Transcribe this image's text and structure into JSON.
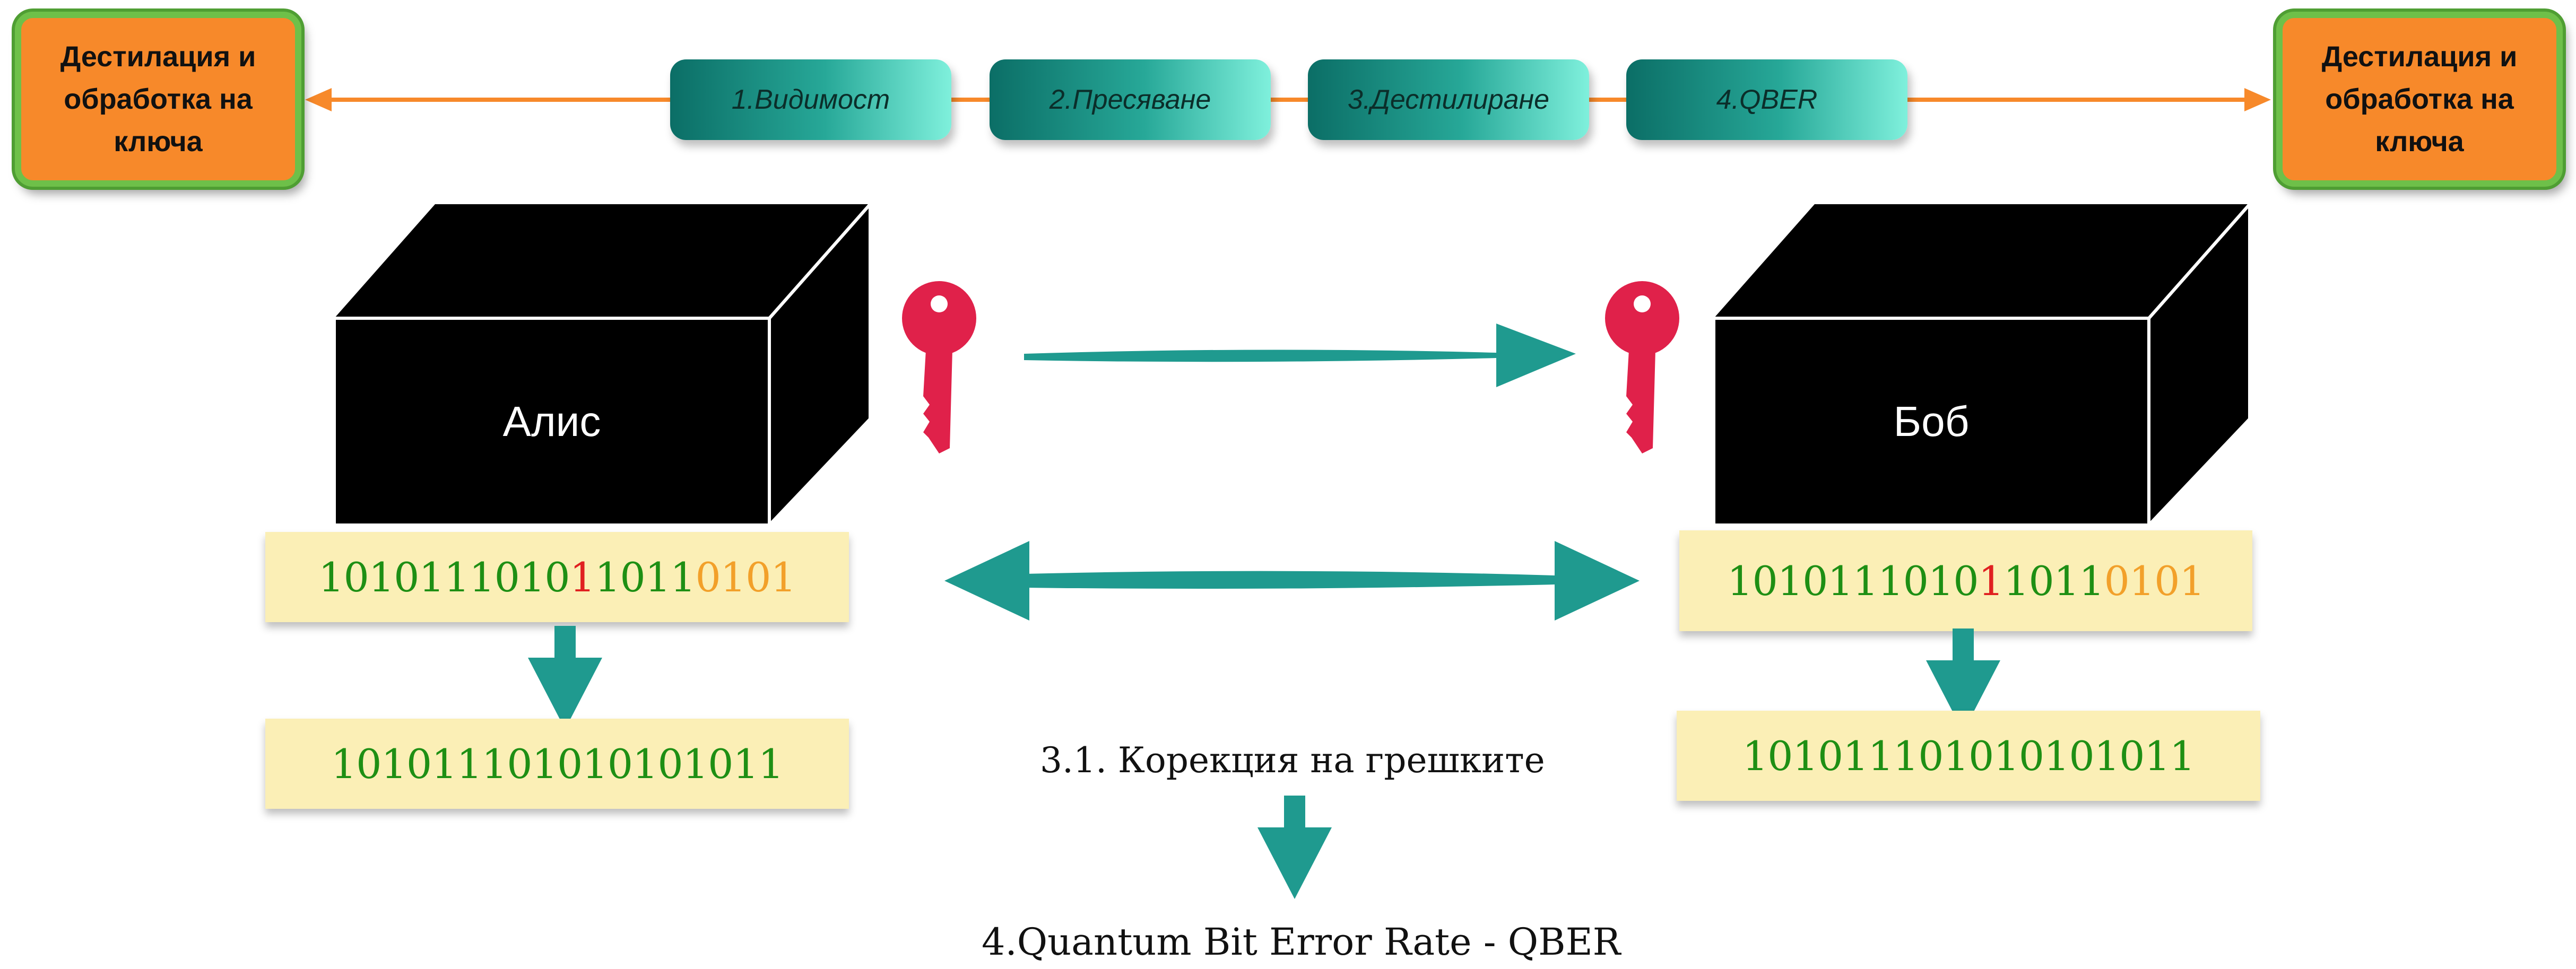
{
  "side_boxes": {
    "left_lines": [
      "Дестилация и",
      "обработка на",
      "ключа"
    ],
    "right_lines": [
      "Дестилация и",
      "обработка на",
      "ключа"
    ]
  },
  "steps": [
    "1.Видимост",
    "2.Пресяване",
    "3.Дестилиране",
    "4.QBER"
  ],
  "alice": {
    "name": "Алис",
    "raw_bits": [
      {
        "text": "1010111010",
        "color": "green"
      },
      {
        "text": "1",
        "color": "red"
      },
      {
        "text": "1011",
        "color": "green"
      },
      {
        "text": "0101",
        "color": "orange"
      }
    ],
    "corrected_bits": "101011101010101011"
  },
  "bob": {
    "name": "Боб",
    "raw_bits": [
      {
        "text": "1010111010",
        "color": "green"
      },
      {
        "text": "1",
        "color": "red"
      },
      {
        "text": "1011",
        "color": "green"
      },
      {
        "text": "0101",
        "color": "orange"
      }
    ],
    "corrected_bits": "101011101010101011"
  },
  "labels": {
    "correction": "3.1. Корекция на грешките",
    "qber": "4.Quantum Bit Error Rate - QBER"
  },
  "colors": {
    "teal": "#1f9a8f",
    "orange_box": "#f7892a",
    "green_border": "#6ec049",
    "key": "#e0214a",
    "bits_bg": "#fbefb6",
    "bit_green": "#1e8f14",
    "bit_red": "#e02020",
    "bit_orange": "#f2a02a"
  },
  "icons": [
    "key-icon",
    "arrow-right-icon",
    "double-arrow-icon",
    "arrow-down-icon"
  ]
}
